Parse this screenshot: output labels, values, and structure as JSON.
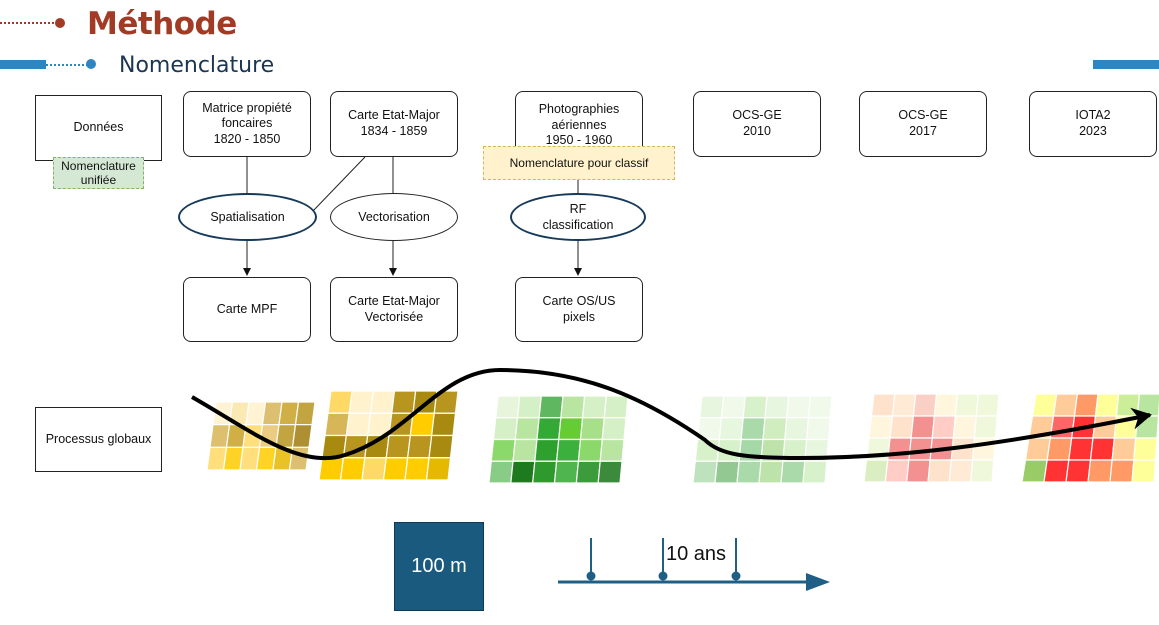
{
  "header": {
    "title": "Méthode",
    "subtitle": "Nomenclature"
  },
  "boxes": {
    "donnees": "Données",
    "matrice": "Matrice propiété\nfoncaires\n1820 - 1850",
    "etat_major": "Carte Etat-Major\n1834 - 1859",
    "photos": "Photographies\naériennes\n1950 - 1960",
    "ocs2010": "OCS-GE\n2010",
    "ocs2017": "OCS-GE\n2017",
    "iota": "IOTA2\n2023",
    "carte_mpf": "Carte MPF",
    "etat_major_vect": "Carte Etat-Major\nVectorisée",
    "carte_os": "Carte OS/US\npixels",
    "processus": "Processus globaux"
  },
  "notes": {
    "nomenclature_unifiee": "Nomenclature\nunifiée",
    "nomenclature_classif": "Nomenclature pour classif"
  },
  "ellipses": {
    "spatialisation": "Spatialisation",
    "vectorisation": "Vectorisation",
    "rf": "RF\nclassification"
  },
  "scale": {
    "distance": "100 m",
    "time": "10 ans"
  },
  "colors": {
    "title": "#a23b26",
    "subtitle": "#1b3552",
    "accent_bar": "#2e86c1",
    "scale_box": "#1a5a7e",
    "note_green": "#d5e8d4",
    "note_yellow": "#fff2cc",
    "timeline": "#1f5f86"
  },
  "grids": [
    {
      "name": "grid-mpf",
      "opacity": 0.85,
      "cells": [
        [
          "#fff2cc",
          "#fbe6a8",
          "#fff2cc",
          "#d6b656",
          "#c9a227",
          "#b8951f"
        ],
        [
          "#d6b656",
          "#c9a227",
          "#ffd966",
          "#e9c46a",
          "#b8951f",
          "#a07d10"
        ],
        [
          "#ffd966",
          "#ffcc00",
          "#ffd966",
          "#ffcc00",
          "#e6b800",
          "#d6b656"
        ]
      ]
    },
    {
      "name": "grid-etat-major",
      "opacity": 1,
      "cells": [
        [
          "#ffd966",
          "#fff2cc",
          "#fff2cc",
          "#b8951f",
          "#a88a10",
          "#b8951f"
        ],
        [
          "#d6b656",
          "#fff2cc",
          "#fff2cc",
          "#b8951f",
          "#ffcc00",
          "#a88a10"
        ],
        [
          "#a88a10",
          "#b8951f",
          "#a88a10",
          "#b8951f",
          "#b8951f",
          "#a88a10"
        ],
        [
          "#ffcc00",
          "#ffcc00",
          "#ffd966",
          "#ffcc00",
          "#ffcc00",
          "#e6b800"
        ]
      ]
    },
    {
      "name": "grid-os",
      "opacity": 1,
      "cells": [
        [
          "#e6f5dc",
          "#d5efc6",
          "#5fb85f",
          "#b8e6a0",
          "#d5efc6",
          "#d5efc6"
        ],
        [
          "#d5efc6",
          "#b8e6a0",
          "#33aa33",
          "#66cc33",
          "#a8e08a",
          "#d5efc6"
        ],
        [
          "#8bd96b",
          "#b8e6a0",
          "#2ea02e",
          "#3cb03c",
          "#8bd96b",
          "#b8e6a0"
        ],
        [
          "#88cc88",
          "#1e7a1e",
          "#2e9a2e",
          "#4fb54f",
          "#3c9c3c",
          "#3c8a3c"
        ]
      ]
    },
    {
      "name": "grid-ocs2010",
      "opacity": 0.55,
      "cells": [
        [
          "#d5efc6",
          "#e6f5dc",
          "#b8e6a0",
          "#d5efc6",
          "#e6f5dc",
          "#e6f5dc"
        ],
        [
          "#e6f5dc",
          "#d5efc6",
          "#66bb66",
          "#a8e08a",
          "#d5efc6",
          "#e6f5dc"
        ],
        [
          "#b8e6a0",
          "#b8e6a0",
          "#5fb85f",
          "#88cc66",
          "#b8e6a0",
          "#d5efc6"
        ],
        [
          "#88cc88",
          "#3c9c3c",
          "#66bb66",
          "#88cc66",
          "#66bb66",
          "#b8e6a0"
        ]
      ]
    },
    {
      "name": "grid-ocs2017",
      "opacity": 0.65,
      "cells": [
        [
          "#ffd3b0",
          "#ffe0c0",
          "#f8b8a8",
          "#fff2cc",
          "#e8f5c8",
          "#e8f5c8"
        ],
        [
          "#fff2cc",
          "#ffd3b0",
          "#ee5555",
          "#ffb3a8",
          "#fff2cc",
          "#e8f5c8"
        ],
        [
          "#e8f5c8",
          "#ee5555",
          "#ee5555",
          "#ee5555",
          "#ffd3b0",
          "#fff2cc"
        ],
        [
          "#c8e6a0",
          "#ffb3a8",
          "#ee5555",
          "#ffd3b0",
          "#ffe0c0",
          "#e8f5c8"
        ]
      ]
    },
    {
      "name": "grid-iota",
      "opacity": 1,
      "cells": [
        [
          "#ffff99",
          "#ffcc99",
          "#ff9966",
          "#ffff99",
          "#ccee99",
          "#b8e6a0"
        ],
        [
          "#ffcc99",
          "#ff6666",
          "#ff3333",
          "#ffcc99",
          "#ffff99",
          "#b8e6a0"
        ],
        [
          "#ffcc99",
          "#ff9966",
          "#ff3333",
          "#ff3333",
          "#ffcc99",
          "#ffff99"
        ],
        [
          "#99cc66",
          "#ff3333",
          "#ff3333",
          "#ff9966",
          "#ff9966",
          "#ffff99"
        ]
      ]
    }
  ]
}
